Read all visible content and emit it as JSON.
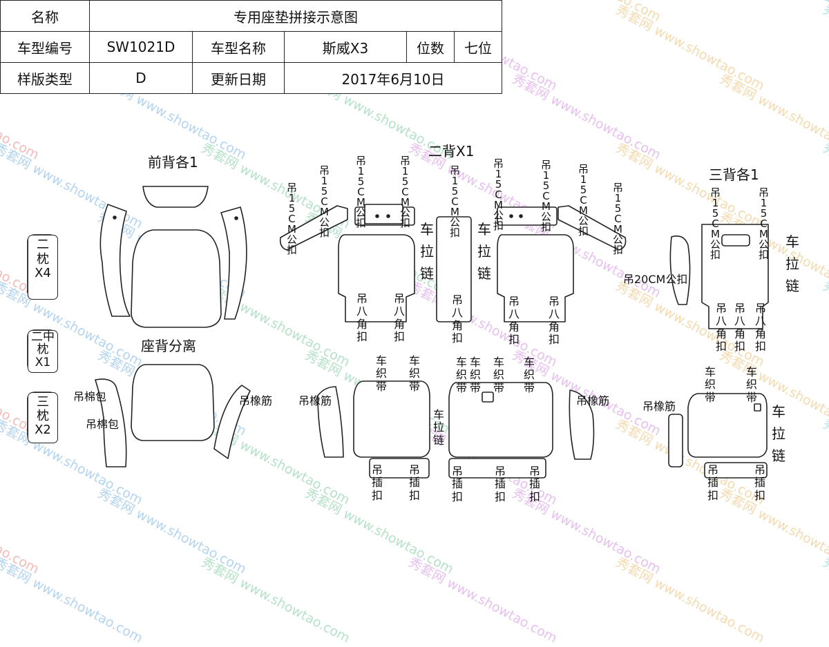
{
  "info": {
    "name_label": "名称",
    "name_value": "专用座垫拼接示意图",
    "model_no_label": "车型编号",
    "model_no": "SW1021D",
    "model_name_label": "车型名称",
    "model_name": "斯威X3",
    "seats_label": "位数",
    "seats": "七位",
    "sample_type_label": "样版类型",
    "sample_type": "D",
    "update_label": "更新日期",
    "update_date": "2017年6月10日"
  },
  "titles": {
    "front_back": "前背各1",
    "second_back": "二背X1",
    "third_back": "三背各1",
    "seat_back_separate": "座背分离"
  },
  "headrests": {
    "second": {
      "name": "二枕",
      "count": "X4"
    },
    "second_middle": {
      "name": "二中枕",
      "count": "X1"
    },
    "third": {
      "name": "三枕",
      "count": "X2"
    }
  },
  "labels": {
    "hook_15cm": "吊15CM公扣",
    "hook_20cm": "吊20CM公扣",
    "zipper": "车拉链",
    "hook_eight": "吊八角扣",
    "webbing": "车织带",
    "rubber_band": "吊橡筋",
    "cotton_bag": "吊棉包",
    "insert_buckle": "吊插扣"
  },
  "watermark": {
    "text_a": "秀套网",
    "text_b": "www.showtao.com",
    "colors": [
      "#e24b4b",
      "#3a8fd8",
      "#3cb371",
      "#c15ad6",
      "#e0a030",
      "#35b5b5"
    ]
  }
}
